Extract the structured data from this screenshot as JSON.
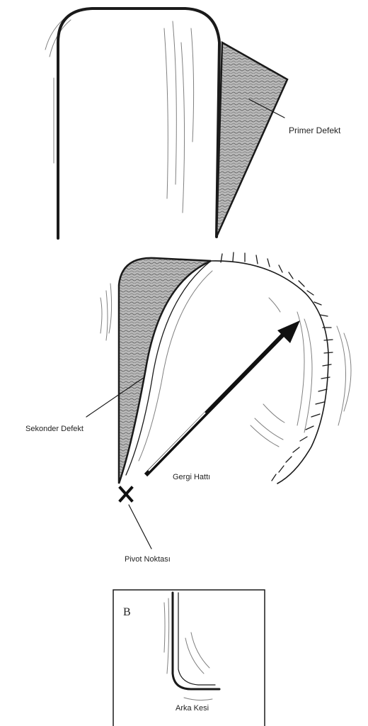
{
  "labels": {
    "primary_defect": "Primer Defekt",
    "secondary_defect": "Sekonder Defekt",
    "tension_line": "Gergi Hattı",
    "pivot_point": "Pivot Noktası",
    "back_cut": "Arka Kesi",
    "panel_b": "B"
  }
}
